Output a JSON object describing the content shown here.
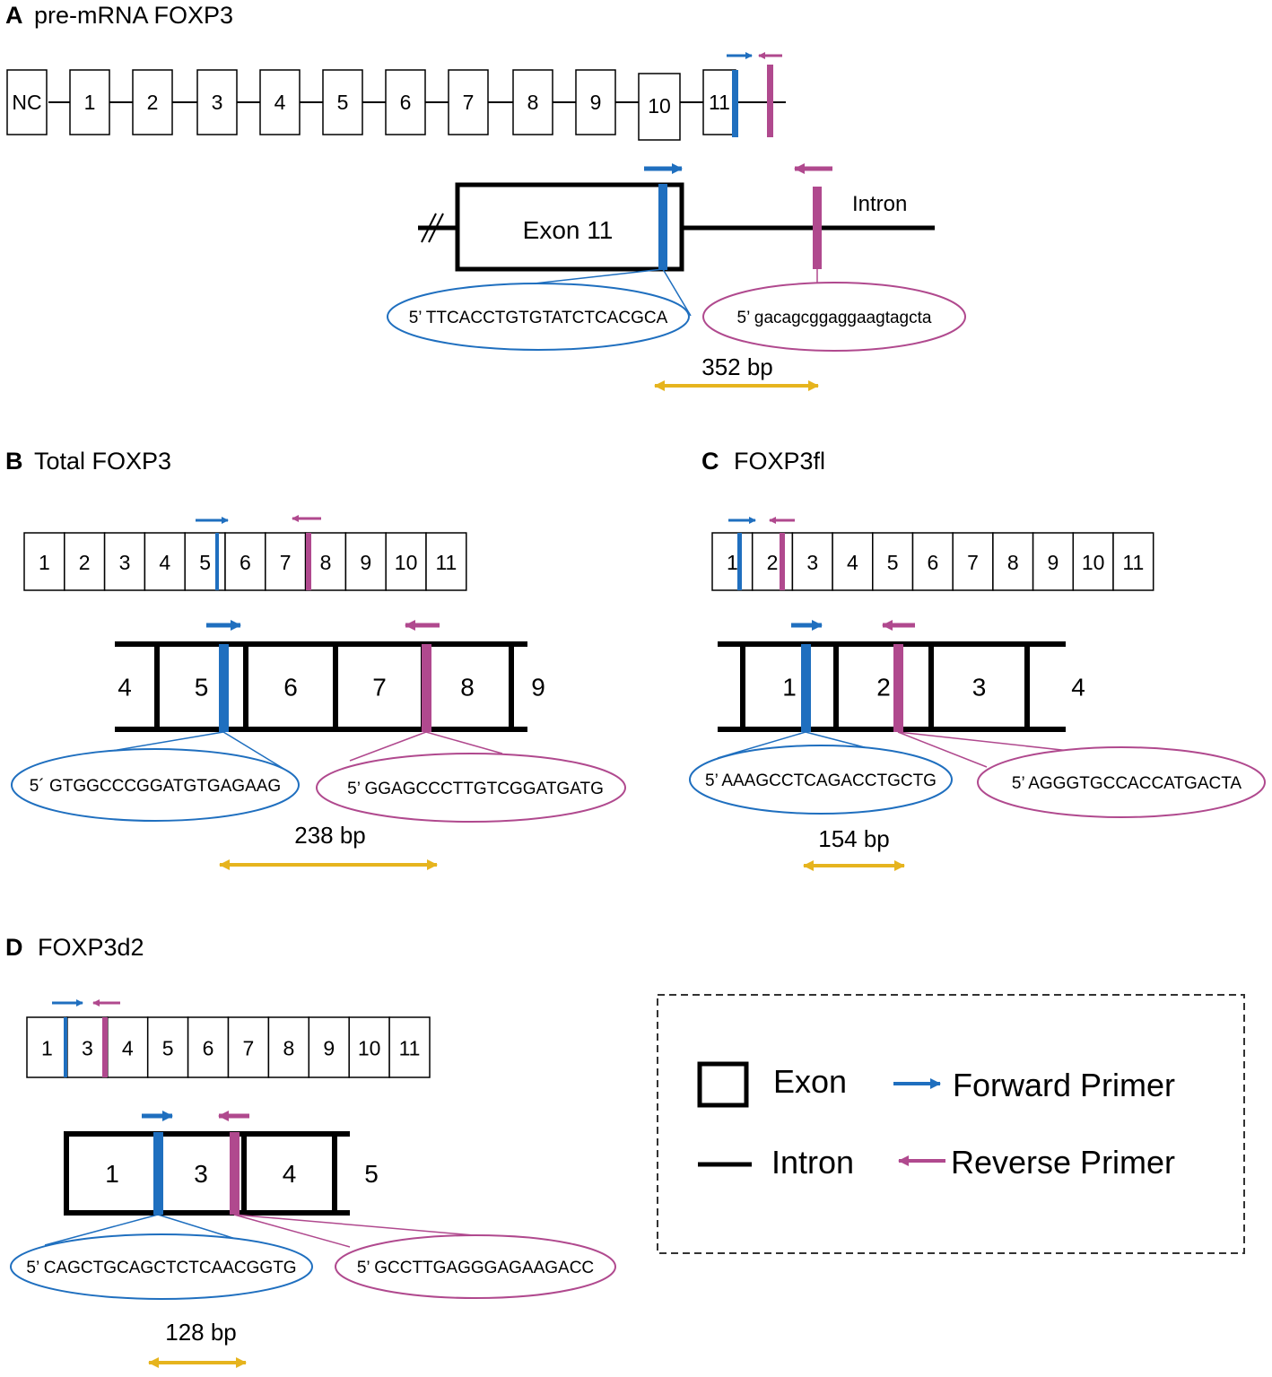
{
  "colors": {
    "forward": "#1f6fbf",
    "reverse": "#b0498e",
    "amplicon": "#e6b41e",
    "line": "#000000"
  },
  "panels": {
    "a": {
      "letter": "A",
      "title": "pre-mRNA FOXP3",
      "exons": [
        "NC",
        "1",
        "2",
        "3",
        "4",
        "5",
        "6",
        "7",
        "8",
        "9",
        "10",
        "11"
      ],
      "zoom_exon_label": "Exon 11",
      "intron_label": "Intron",
      "forward_seq": "5’ TTCACCTGTGTATCTCACGCA",
      "reverse_seq": "5’ gacagcggaggaagtagcta",
      "amplicon": "352 bp"
    },
    "b": {
      "letter": "B",
      "title": "Total FOXP3",
      "exons": [
        "1",
        "2",
        "3",
        "4",
        "5",
        "6",
        "7",
        "8",
        "9",
        "10",
        "11"
      ],
      "zoom": {
        "left": "4",
        "boxes": [
          "5",
          "6",
          "7",
          "8"
        ],
        "right": "9"
      },
      "forward_seq": "5´ GTGGCCCGGATGTGAGAAG",
      "reverse_seq": "5’ GGAGCCCTTGTCGGATGATG",
      "amplicon": "238 bp"
    },
    "c": {
      "letter": "C",
      "title": "FOXP3fl",
      "exons": [
        "1",
        "2",
        "3",
        "4",
        "5",
        "6",
        "7",
        "8",
        "9",
        "10",
        "11"
      ],
      "zoom": {
        "boxes": [
          "1",
          "2",
          "3"
        ],
        "right": "4"
      },
      "forward_seq": "5’ AAAGCCTCAGACCTGCTG",
      "reverse_seq": "5’ AGGGTGCCACCATGACTA",
      "amplicon": "154 bp"
    },
    "d": {
      "letter": "D",
      "title": "FOXP3d2",
      "exons": [
        "1",
        "3",
        "4",
        "5",
        "6",
        "7",
        "8",
        "9",
        "10",
        "11"
      ],
      "zoom": {
        "boxes": [
          "1",
          "3",
          "4"
        ],
        "right": "5"
      },
      "forward_seq": "5’ CAGCTGCAGCTCTCAACGGTG",
      "reverse_seq": "5’ GCCTTGAGGGAGAAGACC",
      "amplicon": "128 bp"
    }
  },
  "legend": {
    "exon": "Exon",
    "intron": "Intron",
    "forward": "Forward Primer",
    "reverse": "Reverse Primer"
  }
}
